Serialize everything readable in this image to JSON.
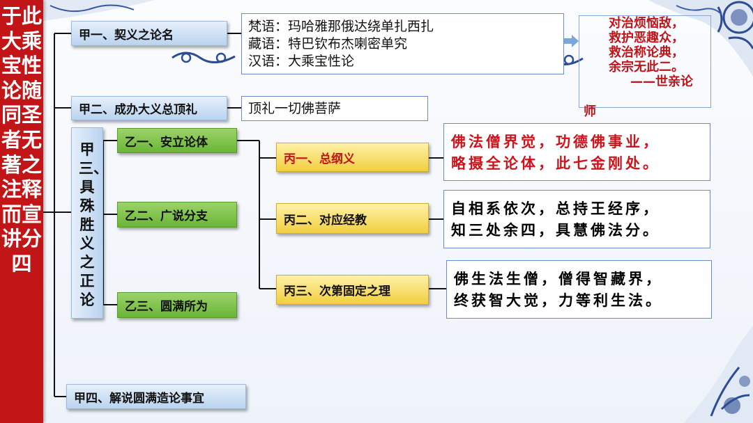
{
  "sidebar": {
    "title": "于此大乘宝性论随同圣者无著之注释而宣讲分四"
  },
  "jia": [
    {
      "label": "甲一、契义之论名"
    },
    {
      "label": "甲二、成办大义总顶礼"
    },
    {
      "label": "甲三、具殊胜义之正论"
    },
    {
      "label": "甲四、解说圆满造论事宜"
    }
  ],
  "yi": [
    {
      "label": "乙一、安立论体"
    },
    {
      "label": "乙二、广说分支"
    },
    {
      "label": "乙三、圆满所为"
    }
  ],
  "bing": [
    {
      "label": "丙一、总纲义"
    },
    {
      "label": "丙二、对应经教"
    },
    {
      "label": "丙三、次第固定之理"
    }
  ],
  "names": [
    "梵语：玛哈雅那俄达绕单扎西扎",
    "藏语：特巴钦布杰喇密单究",
    "汉语：大乘宝性论"
  ],
  "homage": "顶礼一切佛菩萨",
  "quote": [
    "对治烦恼敌，",
    "救护恶趣众，",
    "救治称论典，",
    "余宗无此二。",
    "——世亲论",
    "师"
  ],
  "verses": [
    {
      "lines": [
        "佛法僧界觉，功德佛事业，",
        "略摄全论体，此七金刚处。"
      ],
      "color": "#d0121b"
    },
    {
      "lines": [
        "自相系依次，总持王经序，",
        "知三处余四，具慧佛法分。"
      ],
      "color": "#111111"
    },
    {
      "lines": [
        "佛生法生僧，僧得智藏界，",
        "终获智大觉，力等利生法。"
      ],
      "color": "#111111"
    }
  ],
  "colors": {
    "sidebar": "#c21518",
    "quote_text": "#c0141b",
    "connector": "#111111"
  }
}
